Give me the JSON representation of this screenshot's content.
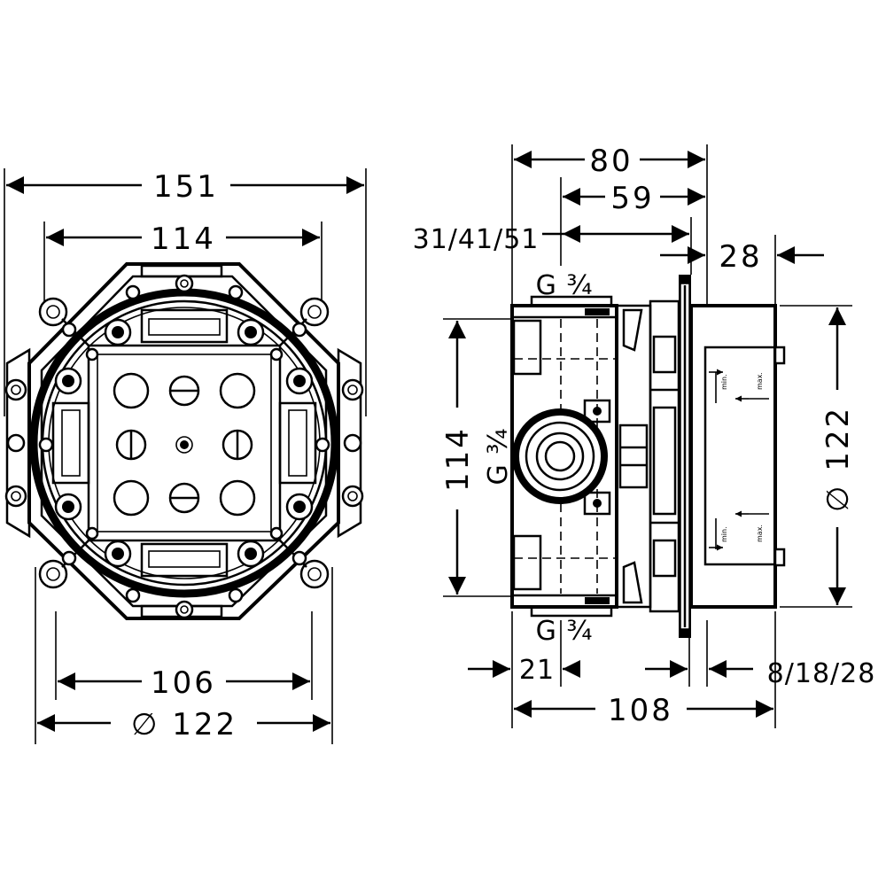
{
  "front_view": {
    "dim_width_total": "151",
    "dim_width_inner": "114",
    "dim_bottom_inner": "106",
    "dim_diameter": "∅ 122"
  },
  "side_view": {
    "dim_top_80": "80",
    "dim_top_59": "59",
    "dim_depth_range": "31/41/51",
    "dim_28": "28",
    "thread_top": "G ¾",
    "thread_mid": "G ¾",
    "thread_bottom": "G ¾",
    "dim_height": "114",
    "dim_diameter": "∅ 122",
    "dim_21": "21",
    "dim_108": "108",
    "dim_offset_range": "8/18/28",
    "marker_min_1": "min.",
    "marker_max_1": "max.",
    "marker_min_2": "min.",
    "marker_max_2": "max."
  }
}
